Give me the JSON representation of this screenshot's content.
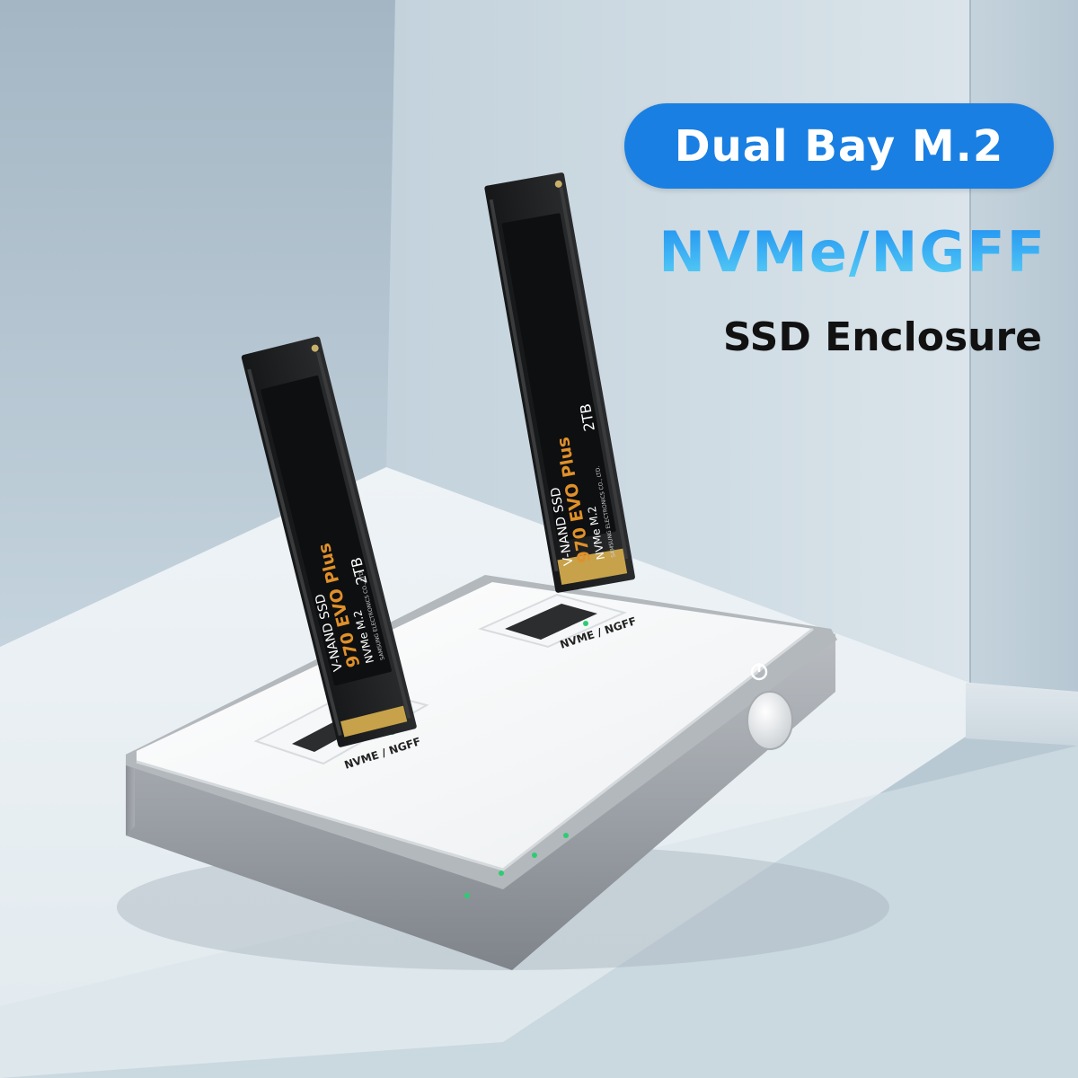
{
  "headline": {
    "badge": "Dual Bay M.2",
    "protocol": "NVMe/NGFF",
    "product": "SSD Enclosure"
  },
  "dock": {
    "slot_label_left": "NVME / NGFF",
    "slot_label_right": "NVME / NGFF",
    "power_icon": "power-icon",
    "led_color": "#2ecc71"
  },
  "ssd_left": {
    "brand_line": "V-NAND SSD",
    "model": "970 EVO Plus",
    "interface": "NVMe M.2",
    "capacity": "2TB",
    "maker": "SAMSUNG ELECTRONICS CO., LTD."
  },
  "ssd_right": {
    "brand_line": "V-NAND SSD",
    "model": "970 EVO Plus",
    "interface": "NVMe M.2",
    "capacity": "2TB",
    "maker": "SAMSUNG ELECTRONICS CO., LTD."
  },
  "colors": {
    "badge_bg": "#1a7fe2",
    "headline_gradient_start": "#1f8ff0",
    "headline_gradient_end": "#5cd3f5",
    "model_accent": "#e0902a"
  }
}
